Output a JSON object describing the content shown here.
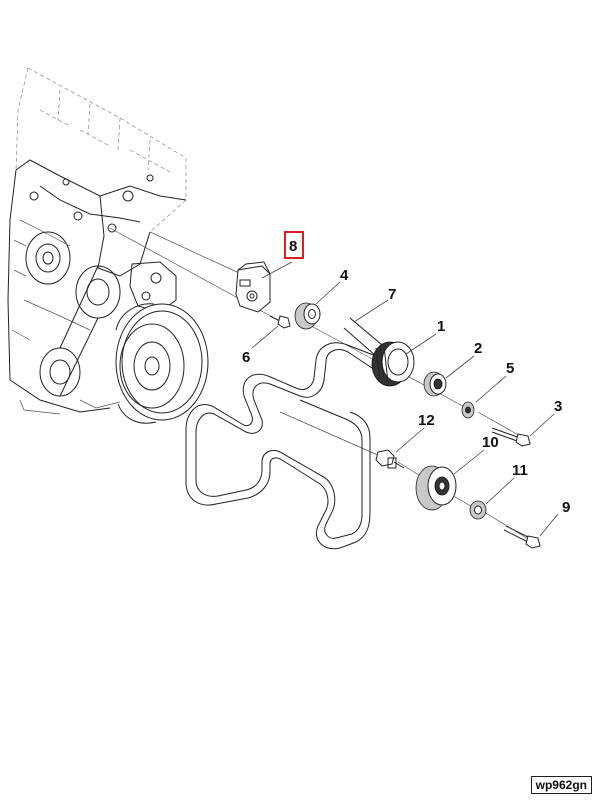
{
  "callouts": [
    {
      "id": "1",
      "label": "1"
    },
    {
      "id": "2",
      "label": "2"
    },
    {
      "id": "3",
      "label": "3"
    },
    {
      "id": "4",
      "label": "4"
    },
    {
      "id": "5",
      "label": "5"
    },
    {
      "id": "6",
      "label": "6"
    },
    {
      "id": "7",
      "label": "7"
    },
    {
      "id": "8",
      "label": "8"
    },
    {
      "id": "9",
      "label": "9"
    },
    {
      "id": "10",
      "label": "10"
    },
    {
      "id": "11",
      "label": "11"
    },
    {
      "id": "12",
      "label": "12"
    }
  ],
  "highlighted_callout": "8",
  "highlight_color": "#d42020",
  "drawing_code": "wp962gn"
}
